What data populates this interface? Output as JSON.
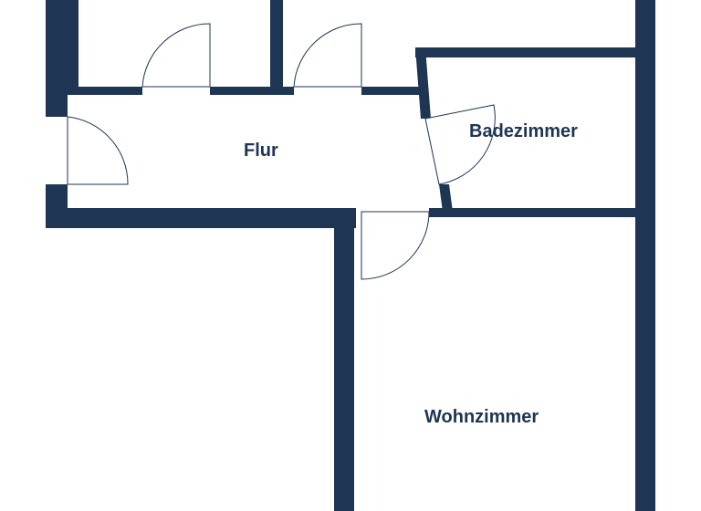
{
  "colors": {
    "wall": "#1e3554",
    "background": "#ffffff"
  },
  "rooms": [
    {
      "id": "flur",
      "label": "Flur"
    },
    {
      "id": "badezimmer",
      "label": "Badezimmer"
    },
    {
      "id": "wohnzimmer",
      "label": "Wohnzimmer"
    }
  ]
}
